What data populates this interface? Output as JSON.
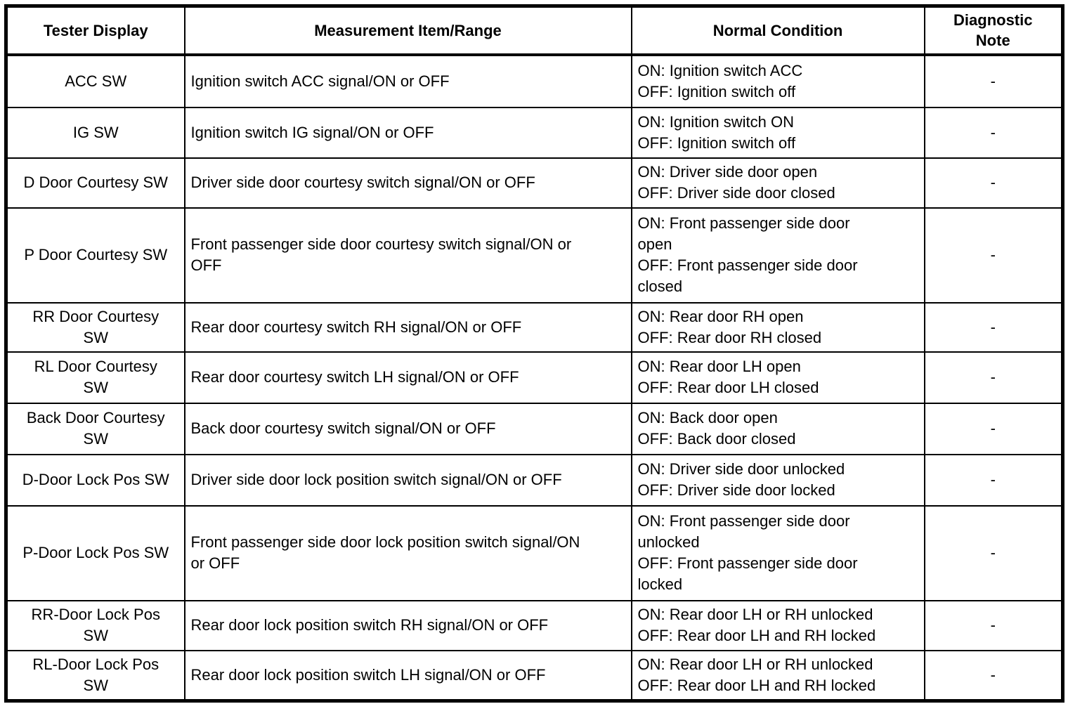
{
  "table": {
    "headers": [
      "Tester Display",
      "Measurement Item/Range",
      "Normal Condition",
      "Diagnostic\nNote"
    ],
    "rows": [
      {
        "tester_display": "ACC SW",
        "measurement": "Ignition switch ACC signal/ON or OFF",
        "normal_condition": "ON: Ignition switch ACC\nOFF: Ignition switch off",
        "diagnostic_note": "-"
      },
      {
        "tester_display": "IG SW",
        "measurement": "Ignition switch IG signal/ON or OFF",
        "normal_condition": "ON: Ignition switch ON\nOFF: Ignition switch off",
        "diagnostic_note": "-"
      },
      {
        "tester_display": "D Door Courtesy SW",
        "measurement": "Driver side door courtesy switch signal/ON or OFF",
        "normal_condition": "ON: Driver side door open\nOFF: Driver side door closed",
        "diagnostic_note": "-"
      },
      {
        "tester_display": "P Door Courtesy SW",
        "measurement": "Front passenger side door courtesy switch signal/ON or\nOFF",
        "normal_condition": "ON: Front passenger side door\nopen\nOFF: Front passenger side door\nclosed",
        "diagnostic_note": "-"
      },
      {
        "tester_display": "RR Door Courtesy\nSW",
        "measurement": "Rear door courtesy switch RH signal/ON or OFF",
        "normal_condition": "ON: Rear door RH open\nOFF: Rear door RH closed",
        "diagnostic_note": "-"
      },
      {
        "tester_display": "RL Door Courtesy\nSW",
        "measurement": "Rear door courtesy switch LH signal/ON or OFF",
        "normal_condition": "ON: Rear door LH open\nOFF: Rear door LH closed",
        "diagnostic_note": "-"
      },
      {
        "tester_display": "Back Door Courtesy\nSW",
        "measurement": "Back door courtesy switch signal/ON or OFF",
        "normal_condition": "ON: Back door open\nOFF: Back door closed",
        "diagnostic_note": "-"
      },
      {
        "tester_display": "D-Door Lock Pos SW",
        "measurement": "Driver side door lock position switch signal/ON or OFF",
        "normal_condition": "ON: Driver side door unlocked\nOFF: Driver side door locked",
        "diagnostic_note": "-"
      },
      {
        "tester_display": "P-Door Lock Pos SW",
        "measurement": "Front passenger side door lock position switch signal/ON\nor OFF",
        "normal_condition": "ON: Front passenger side door\nunlocked\nOFF: Front passenger side door\nlocked",
        "diagnostic_note": "-"
      },
      {
        "tester_display": "RR-Door Lock Pos\nSW",
        "measurement": "Rear door lock position switch RH signal/ON or OFF",
        "normal_condition": "ON: Rear door LH or RH unlocked\nOFF: Rear door LH and RH locked",
        "diagnostic_note": "-"
      },
      {
        "tester_display": "RL-Door Lock Pos\nSW",
        "measurement": "Rear door lock position switch LH signal/ON or OFF",
        "normal_condition": "ON: Rear door LH or RH unlocked\nOFF: Rear door LH and RH locked",
        "diagnostic_note": "-"
      }
    ]
  }
}
